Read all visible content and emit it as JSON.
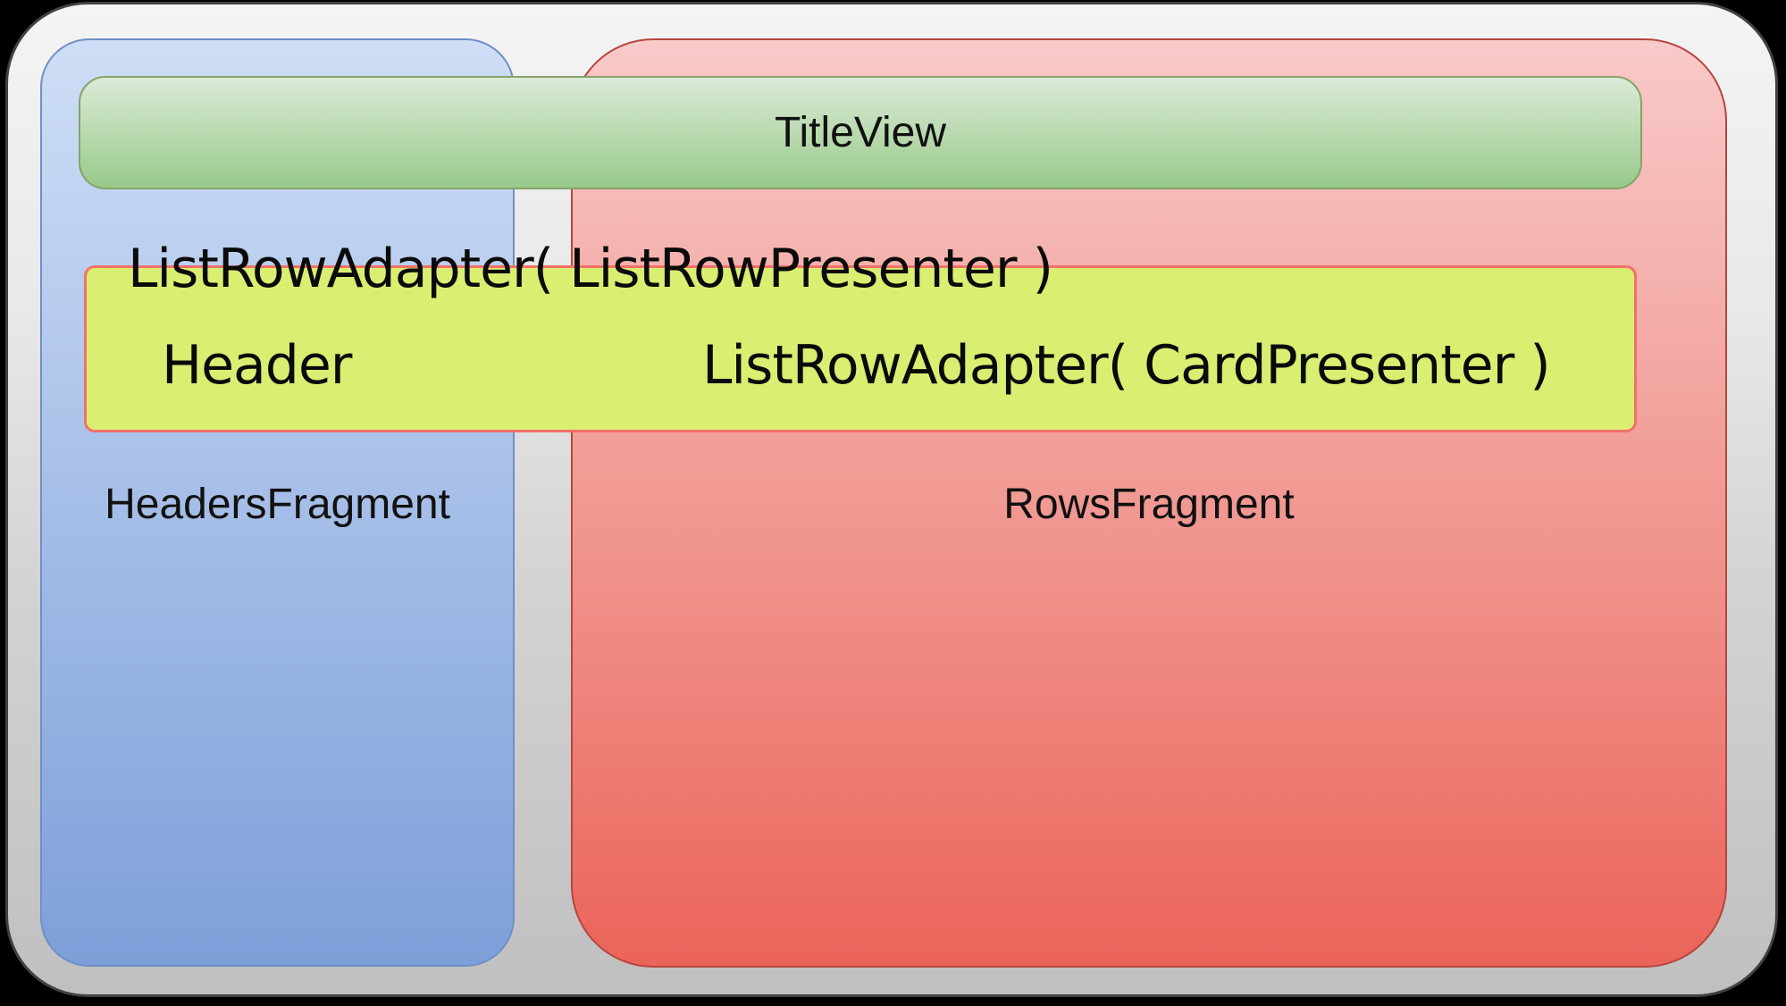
{
  "diagram": {
    "title_view": {
      "label": "TitleView"
    },
    "headers_fragment": {
      "label": "HeadersFragment"
    },
    "rows_fragment": {
      "label": "RowsFragment"
    },
    "overlay_text": {
      "label": "ListRowAdapter( ListRowPresenter )"
    },
    "list_row_bar": {
      "header_label": "Header",
      "card_adapter_label": "ListRowAdapter( CardPresenter )"
    },
    "colors": {
      "page_background": "#000000",
      "frame_fill_top": "#f4f4f4",
      "frame_fill_bottom": "#c0c0c0",
      "headers_fill_top": "#cfdef6",
      "headers_fill_bottom": "#7d9fd9",
      "rows_fill_top": "#f8cac9",
      "rows_fill_bottom": "#eb6459",
      "title_fill_top": "#dcead7",
      "title_fill_bottom": "#98ca8a",
      "row_bar_fill": "#d8ef71",
      "row_bar_border": "#f3706a"
    }
  }
}
